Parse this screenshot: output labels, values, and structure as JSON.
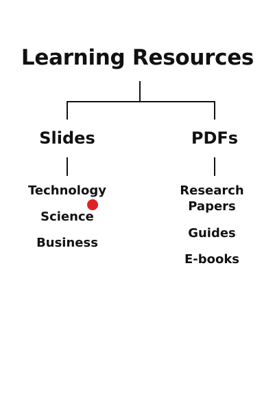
{
  "root": {
    "label": "Learning Resources"
  },
  "branches": [
    {
      "label": "Slides",
      "items": [
        "Technology",
        "Science",
        "Business"
      ]
    },
    {
      "label": "PDFs",
      "items": [
        "Research Papers",
        "Guides",
        "E-books"
      ]
    }
  ],
  "colors": {
    "ink": "#111111",
    "marker": "#e02027",
    "background": "#ffffff"
  }
}
